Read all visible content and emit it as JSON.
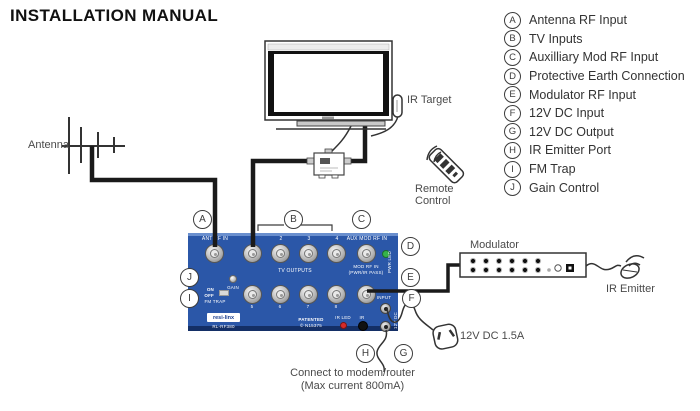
{
  "title": "INSTALLATION MANUAL",
  "legend": {
    "items": [
      {
        "letter": "A",
        "label": "Antenna RF Input"
      },
      {
        "letter": "B",
        "label": "TV Inputs"
      },
      {
        "letter": "C",
        "label": "Auxilliary Mod RF Input"
      },
      {
        "letter": "D",
        "label": "Protective Earth Connection"
      },
      {
        "letter": "E",
        "label": "Modulator RF Input"
      },
      {
        "letter": "F",
        "label": "12V DC Input"
      },
      {
        "letter": "G",
        "label": "12V DC Output"
      },
      {
        "letter": "H",
        "label": "IR Emitter Port"
      },
      {
        "letter": "I",
        "label": "FM Trap"
      },
      {
        "letter": "J",
        "label": "Gain Control"
      }
    ]
  },
  "diagram": {
    "antenna_label": "Antenna",
    "ir_target_label": "IR Target",
    "remote_label_line1": "Remote",
    "remote_label_line2": "Control",
    "modulator_label": "Modulator",
    "ir_emitter_label": "IR Emitter",
    "psu_label": "12V DC 1.5A",
    "modem_note_line1": "Connect to modem/router",
    "modem_note_line2": "(Max current 800mA)"
  },
  "device": {
    "labels": {
      "ant_rf_in": "ANT RF IN",
      "aux_mod_rf_in": "AUX MOD RF IN",
      "tv_outputs": "TV OUTPUTS",
      "mod_rf_in_line1": "MOD RF IN",
      "mod_rf_in_line2": "(PWR/IR PASS)",
      "pwr_led": "PWR LED",
      "gain": "GAIN",
      "on": "ON",
      "off": "OFF",
      "fm_trap": "FM TRAP",
      "input": "INPUT",
      "dc_12v": "12V DC",
      "ir_led": "IR LED",
      "ir": "IR",
      "patented": "PATENTED",
      "patent_number": "© N15375",
      "brand": "resi-linx",
      "model": "RL-RF380",
      "port_numbers_top": [
        "2",
        "3",
        "4"
      ],
      "port_numbers_bottom": [
        "5",
        "6",
        "7",
        "8"
      ]
    },
    "colors": {
      "panel": "#2b57a8",
      "panel_dark": "#142f66",
      "pwr_led_green": "#35b24a",
      "ir_led_red": "#d42b2b"
    }
  }
}
